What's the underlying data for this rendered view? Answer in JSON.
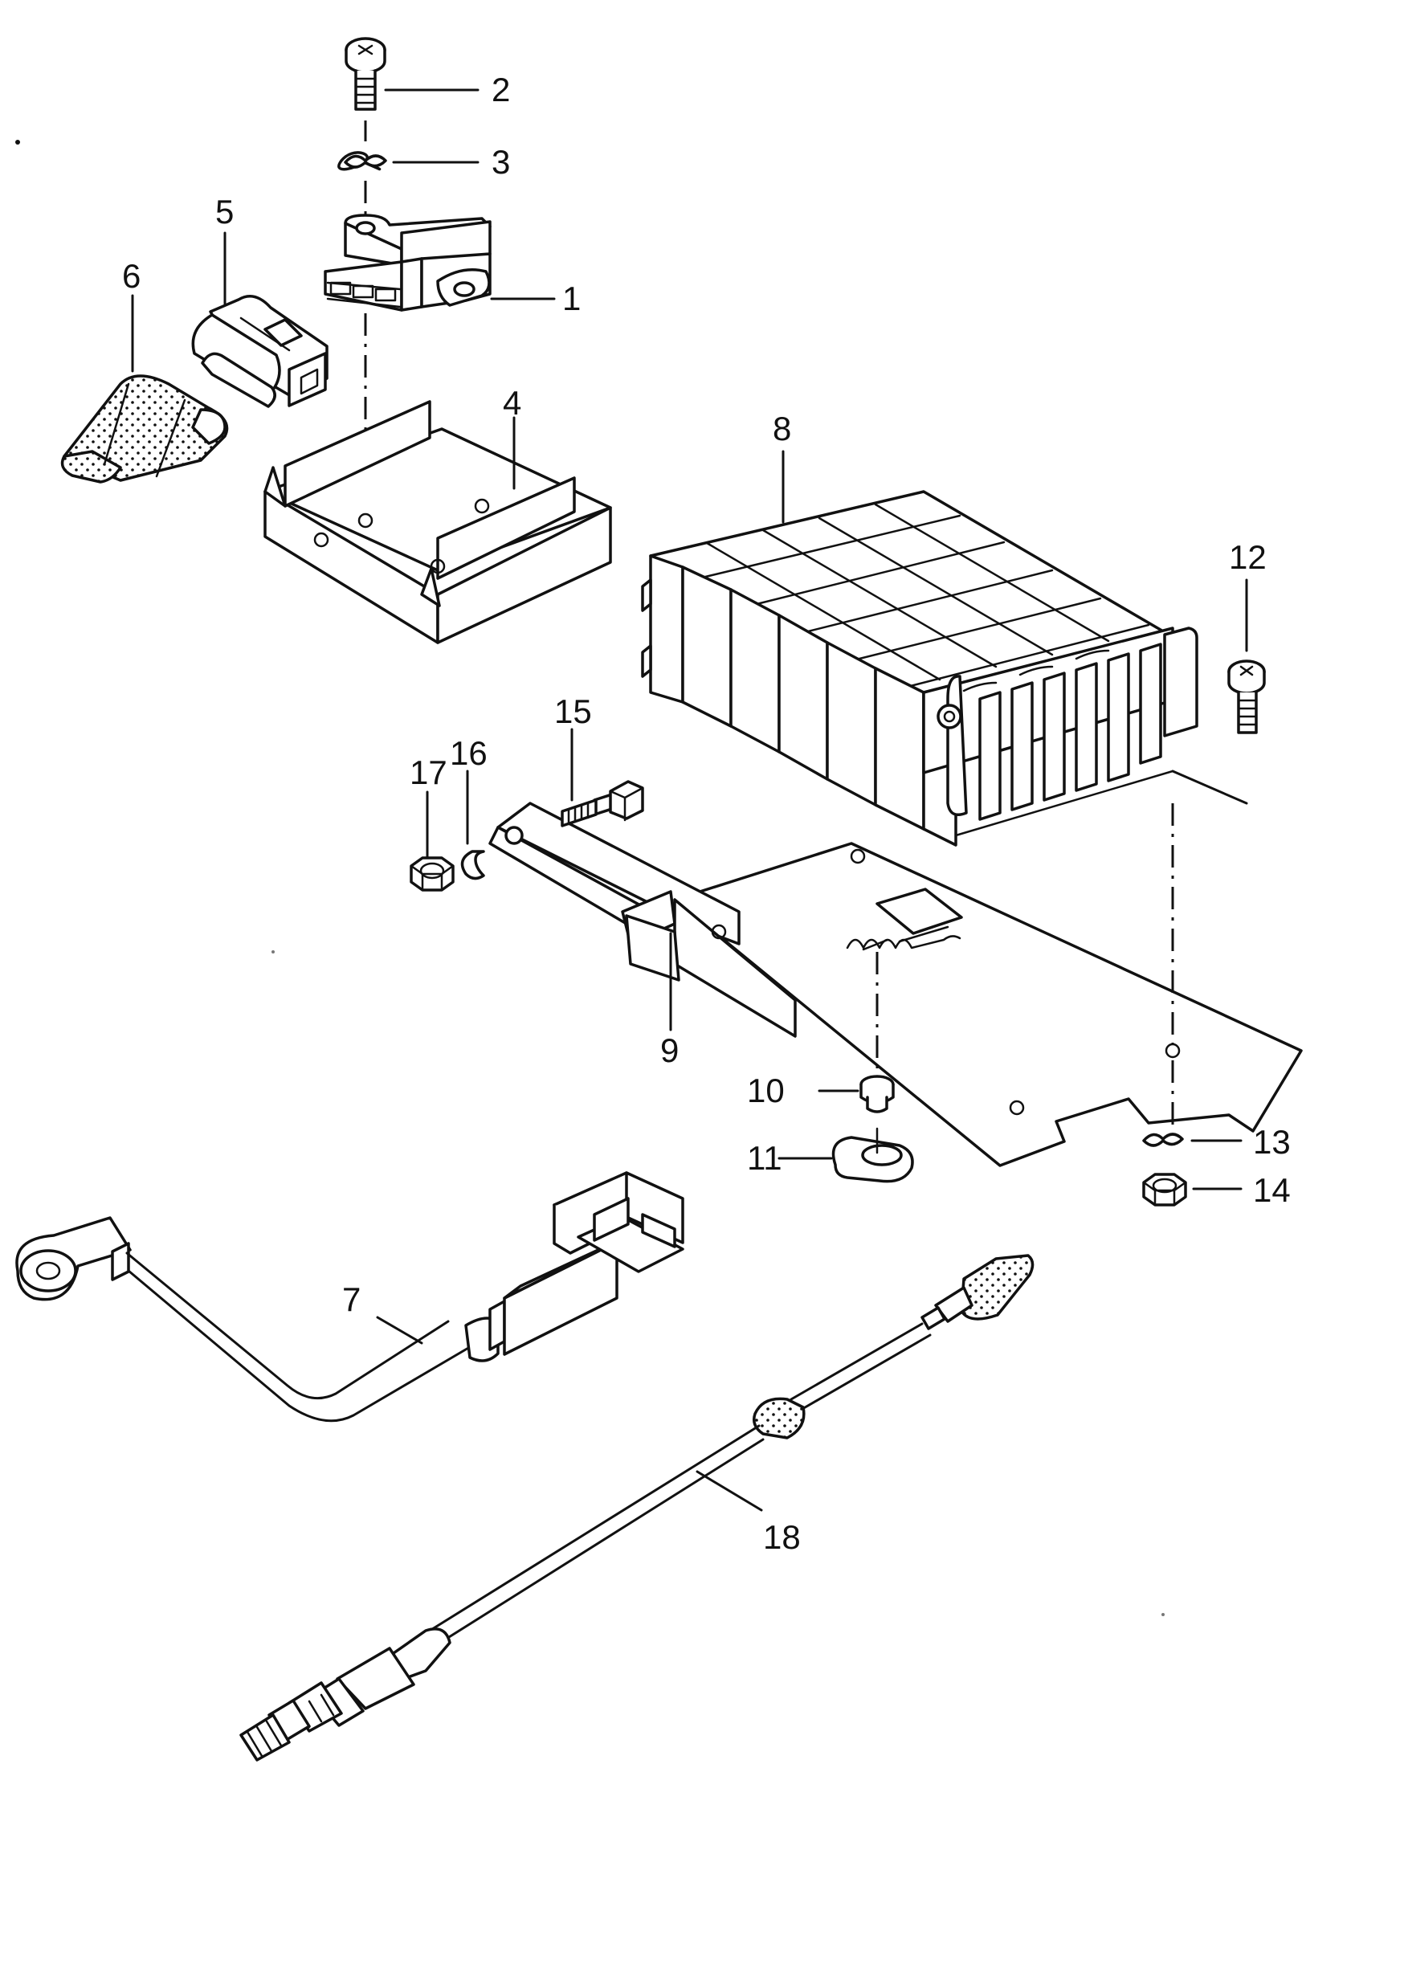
{
  "diagram": {
    "callouts": [
      {
        "id": "c1",
        "label": "1"
      },
      {
        "id": "c2",
        "label": "2"
      },
      {
        "id": "c3",
        "label": "3"
      },
      {
        "id": "c4",
        "label": "4"
      },
      {
        "id": "c5",
        "label": "5"
      },
      {
        "id": "c6",
        "label": "6"
      },
      {
        "id": "c7",
        "label": "7"
      },
      {
        "id": "c8",
        "label": "8"
      },
      {
        "id": "c9",
        "label": "9"
      },
      {
        "id": "c10",
        "label": "10"
      },
      {
        "id": "c11",
        "label": "11"
      },
      {
        "id": "c12",
        "label": "12"
      },
      {
        "id": "c13",
        "label": "13"
      },
      {
        "id": "c14",
        "label": "14"
      },
      {
        "id": "c15",
        "label": "15"
      },
      {
        "id": "c16",
        "label": "16"
      },
      {
        "id": "c17",
        "label": "17"
      },
      {
        "id": "c18",
        "label": "18"
      }
    ],
    "line_color": "#111111",
    "background": "#ffffff"
  }
}
